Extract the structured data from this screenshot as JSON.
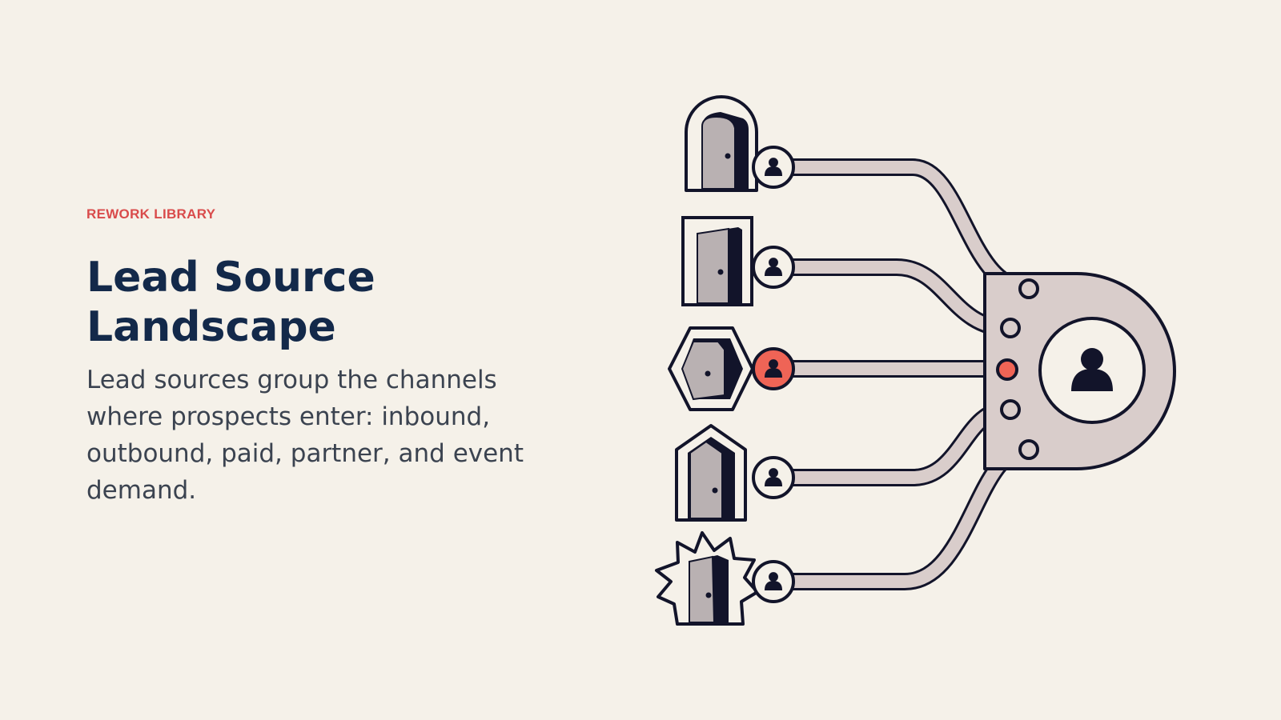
{
  "eyebrow": "REWORK LIBRARY",
  "title": "Lead Source Landscape",
  "description": "Lead sources group the channels where prospects enter: inbound, outbound, paid, partner, and event demand.",
  "diagram": {
    "entry_icons": [
      "arched-door-icon",
      "rectangle-door-icon",
      "hexagon-door-icon",
      "house-door-icon",
      "starburst-door-icon"
    ],
    "highlighted_entry": 2,
    "hub_icon": "person-icon"
  },
  "colors": {
    "background": "#f5f1e9",
    "accent": "#ef6456",
    "ink": "#12142a",
    "pipe": "#d9cdcb",
    "hub": "#d9cdcb",
    "title": "#13294a",
    "eyebrow": "#d94b4b"
  }
}
